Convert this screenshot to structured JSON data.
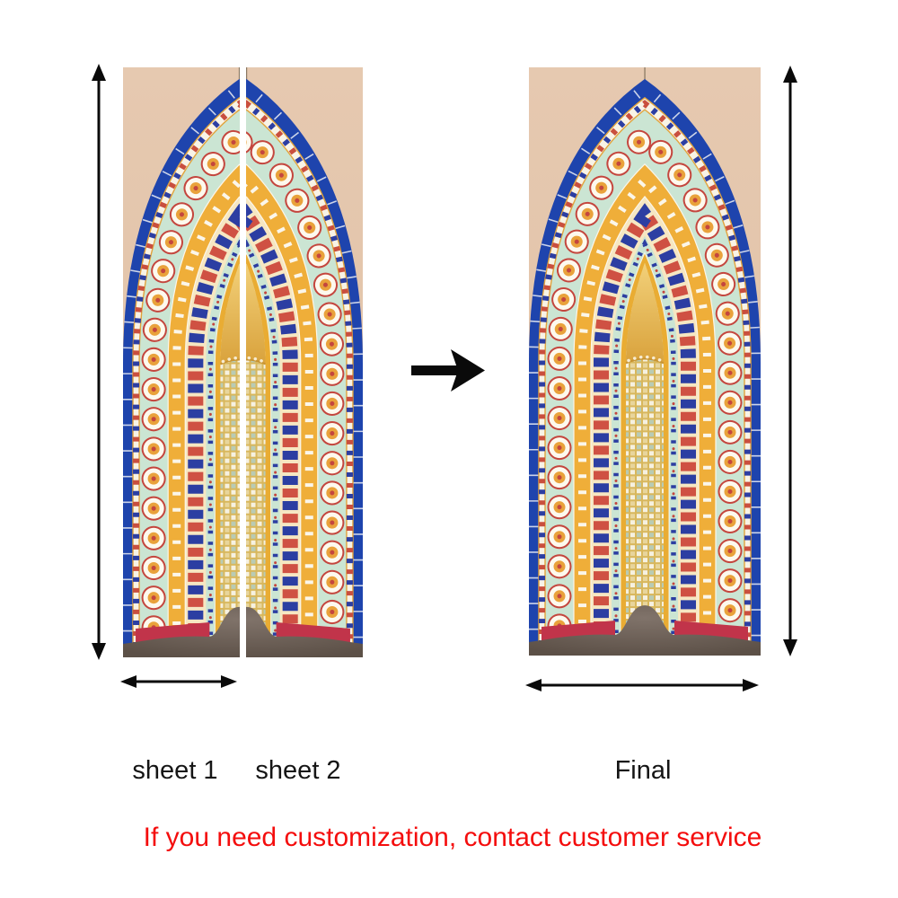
{
  "diagram": {
    "sheet1_label": "sheet 1",
    "sheet2_label": "sheet 2",
    "final_label": "Final",
    "notice_text": "If you need customization, contact customer service"
  },
  "icons": {
    "transform_arrow": "right-arrow",
    "vertical_measure": "double-headed-vertical-arrow",
    "horizontal_measure": "double-headed-horizontal-arrow"
  },
  "palette": {
    "notice_red": "#f40d0d",
    "arrow_black": "#0a0a0a",
    "wall_tan": "#e3c5ac",
    "tile_blue": "#1e44ad",
    "mint_green": "#cbe5d3",
    "band_yellow": "#efae39",
    "band_cream": "#f6e7c2",
    "accent_red": "#c4463e",
    "accent_blue": "#2c3ea2",
    "gold": "#e9ac33",
    "dome_gold": "#e8bc55",
    "floor_brown": "#6f635b"
  }
}
